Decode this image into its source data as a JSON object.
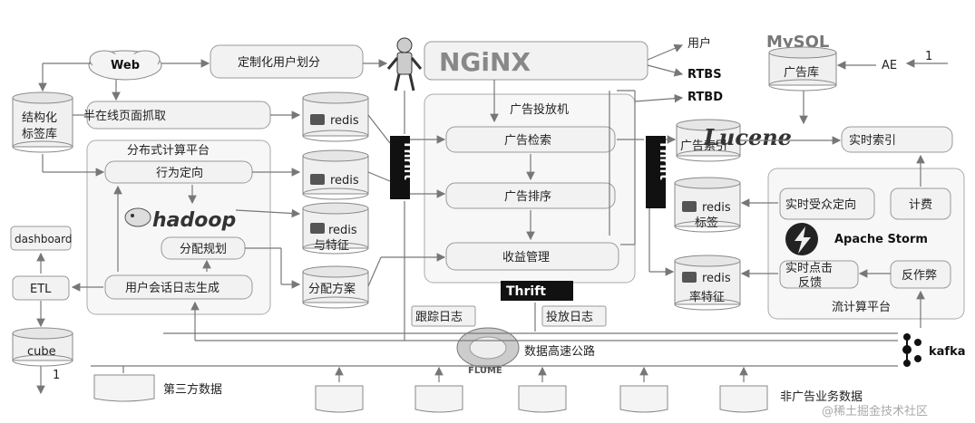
{
  "nodes": {
    "web": "Web",
    "custom_user": "定制化用户划分",
    "nginx": "NGiNX",
    "user": "用户",
    "rtbs": "RTBS",
    "rtbd": "RTBD",
    "mysql": "MySQL",
    "ad_db": "广告库",
    "ae": "AE",
    "one_top": "1",
    "struct_tag_db": "结构化标签库",
    "semi_online_crawl": "半在线页面抓取",
    "redis": "redis",
    "ad_server": "广告投放机",
    "ad_retrieval": "广告检索",
    "ad_ranking": "广告排序",
    "revenue_mgmt": "收益管理",
    "thrift": "Thrift",
    "distributed_platform": "分布式计算平台",
    "behavior_targeting": "行为定向",
    "hadoop": "hadoop",
    "allocation_plan": "分配规划",
    "session_log": "用户会话日志生成",
    "dashboard": "dashboard",
    "etl": "ETL",
    "cube": "cube",
    "one_bottom": "1",
    "redis_tag": "redis 标签",
    "redis_feature": "redis 与特征",
    "allocation_scheme": "分配方案",
    "ad_index": "广告索引",
    "lucene": "Lucene",
    "realtime_index": "实时索引",
    "realtime_audience": "实时受众定向",
    "billing": "计费",
    "storm": "Apache Storm",
    "realtime_click": "实时点击反馈",
    "anti_fraud": "反作弊",
    "redis_rate_feature": "redis 率特征",
    "stream_platform": "流计算平台",
    "trace_log": "跟踪日志",
    "delivery_log": "投放日志",
    "data_highway": "数据高速公路",
    "kafka": "kafka",
    "flume": "FLUME",
    "third_party": "第三方数据",
    "non_ad_data": "非广告业务数据",
    "watermark": "@稀土掘金技术社区"
  }
}
